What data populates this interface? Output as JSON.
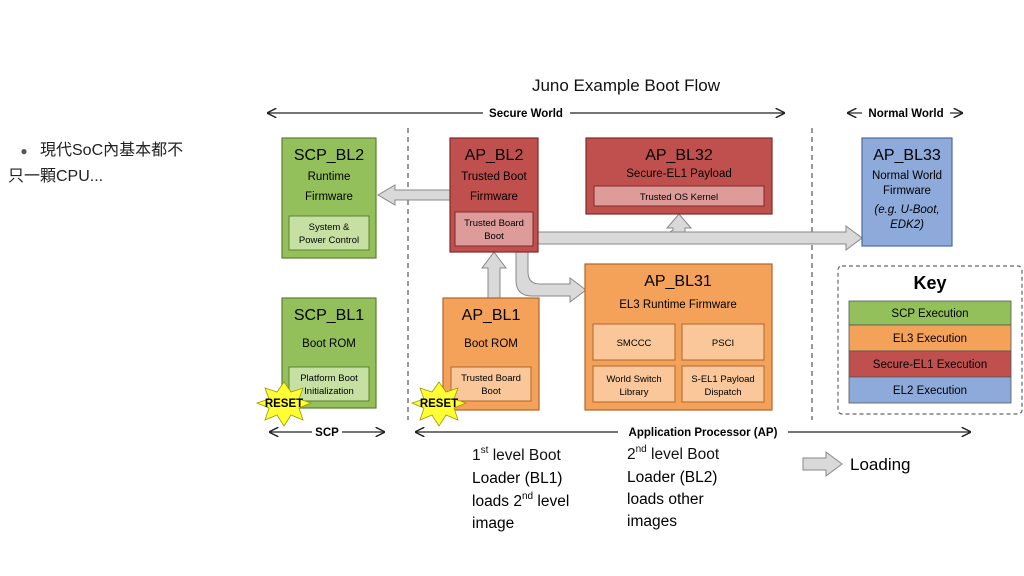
{
  "slide": {
    "bullet_marker": "●",
    "bullet_line1": "現代SoC內基本都不",
    "bullet_line2": "只一顆CPU..."
  },
  "diagram": {
    "title": "Juno Example Boot Flow",
    "secure_world": "Secure World",
    "normal_world": "Normal World",
    "scp_label": "SCP",
    "ap_label": "Application Processor (AP)",
    "scp_bl2": {
      "title": "SCP_BL2",
      "line1": "Runtime",
      "line2": "Firmware",
      "sub1": "System &",
      "sub2": "Power Control"
    },
    "scp_bl1": {
      "title": "SCP_BL1",
      "line1": "Boot ROM",
      "sub1": "Platform Boot",
      "sub2": "Initialization"
    },
    "ap_bl2": {
      "title": "AP_BL2",
      "line1": "Trusted Boot",
      "line2": "Firmware",
      "sub1": "Trusted Board",
      "sub2": "Boot"
    },
    "ap_bl1": {
      "title": "AP_BL1",
      "line1": "Boot ROM",
      "sub1": "Trusted Board",
      "sub2": "Boot"
    },
    "ap_bl32": {
      "title": "AP_BL32",
      "line1": "Secure-EL1 Payload",
      "sub1": "Trusted OS Kernel"
    },
    "ap_bl31": {
      "title": "AP_BL31",
      "line1": "EL3 Runtime Firmware",
      "smccc": "SMCCC",
      "psci": "PSCI",
      "ws1": "World Switch",
      "ws2": "Library",
      "sp1": "S-EL1 Payload",
      "sp2": "Dispatch"
    },
    "ap_bl33": {
      "title": "AP_BL33",
      "line1": "Normal World",
      "line2": "Firmware",
      "line3": "(e.g. U-Boot,",
      "line4": "EDK2)"
    },
    "reset": "RESET",
    "key": {
      "title": "Key",
      "items": [
        "SCP Execution",
        "EL3 Execution",
        "Secure-EL1 Execution",
        "EL2 Execution"
      ],
      "colors": [
        "#93c05a",
        "#f4a259",
        "#c0504d",
        "#8eaadb"
      ]
    },
    "note1": {
      "a": "1",
      "sup": "st",
      "b": " level Boot",
      "l2": "Loader (BL1)",
      "l3a": "loads 2",
      "l3sup": "nd",
      "l3b": " level",
      "l4": "image"
    },
    "note2": {
      "a": "2",
      "sup": "nd",
      "b": " level Boot",
      "l2": "Loader (BL2)",
      "l3": "loads other",
      "l4": "images"
    },
    "loading": "Loading"
  }
}
